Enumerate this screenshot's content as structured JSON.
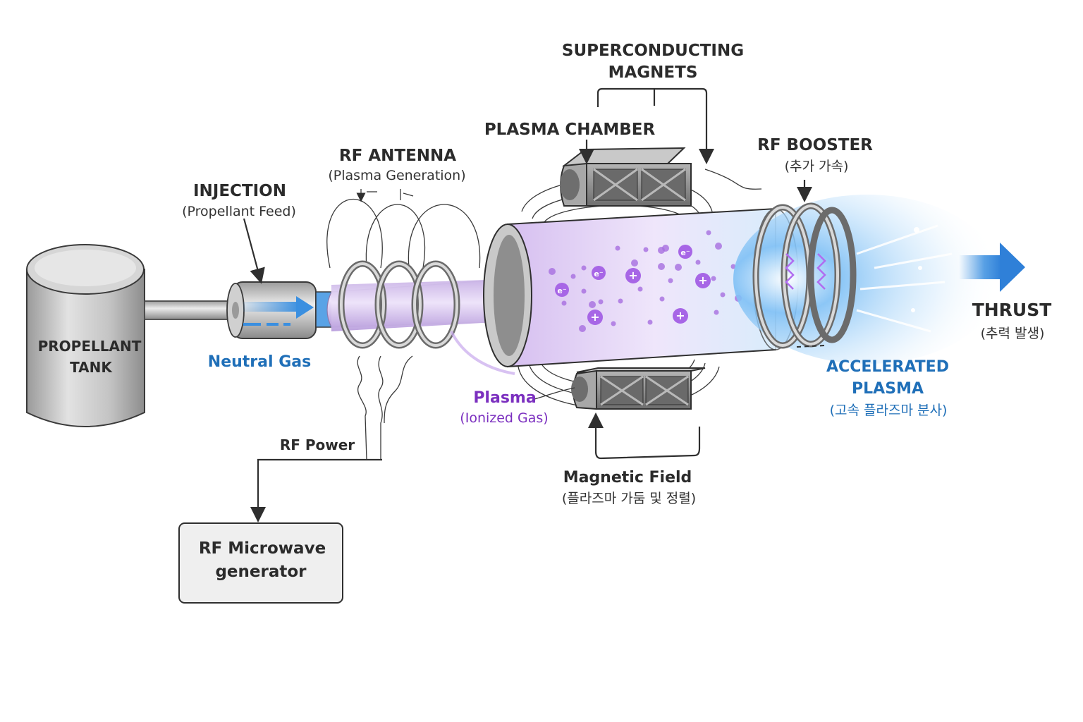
{
  "title": "RF Plasma Propulsion System Diagram",
  "colors": {
    "label_dark": "#2b2b2b",
    "neutral_gas": "#1f6fb8",
    "plasma": "#7b2fbf",
    "accelerated_plasma": "#1f6fb8",
    "thrust_arrow": "#3a8fe0",
    "plasma_fill": "#d8c2f0",
    "metal": "#bdbdbd"
  },
  "components": {
    "propellant_tank": {
      "line1": "PROPELLANT",
      "line2": "TANK"
    },
    "injection": {
      "title": "INJECTION",
      "subtitle": "(Propellant Feed)"
    },
    "neutral_gas": {
      "label": "Neutral Gas"
    },
    "rf_antenna": {
      "title": "RF ANTENNA",
      "subtitle": "(Plasma Generation)"
    },
    "rf_power": {
      "label": "RF Power"
    },
    "rf_generator": {
      "line1": "RF Microwave",
      "line2": "generator"
    },
    "superconducting_magnets": {
      "line1": "SUPERCONDUCTING",
      "line2": "MAGNETS"
    },
    "plasma_chamber": {
      "title": "PLASMA CHAMBER"
    },
    "plasma": {
      "title": "Plasma",
      "subtitle": "(Ionized Gas)"
    },
    "magnetic_field": {
      "title": "Magnetic Field",
      "subtitle": "(플라즈마 가둠 및 정렬)"
    },
    "rf_booster": {
      "title": "RF BOOSTER",
      "subtitle": "(추가 가속)"
    },
    "accelerated_plasma": {
      "line1": "ACCELERATED",
      "line2": "PLASMA",
      "subtitle": "(고속 플라즈마 분사)"
    },
    "thrust": {
      "title": "THRUST",
      "subtitle": "(추력 발생)"
    }
  },
  "particles": {
    "electron_symbol": "e⁻",
    "ion_symbol": "+"
  }
}
